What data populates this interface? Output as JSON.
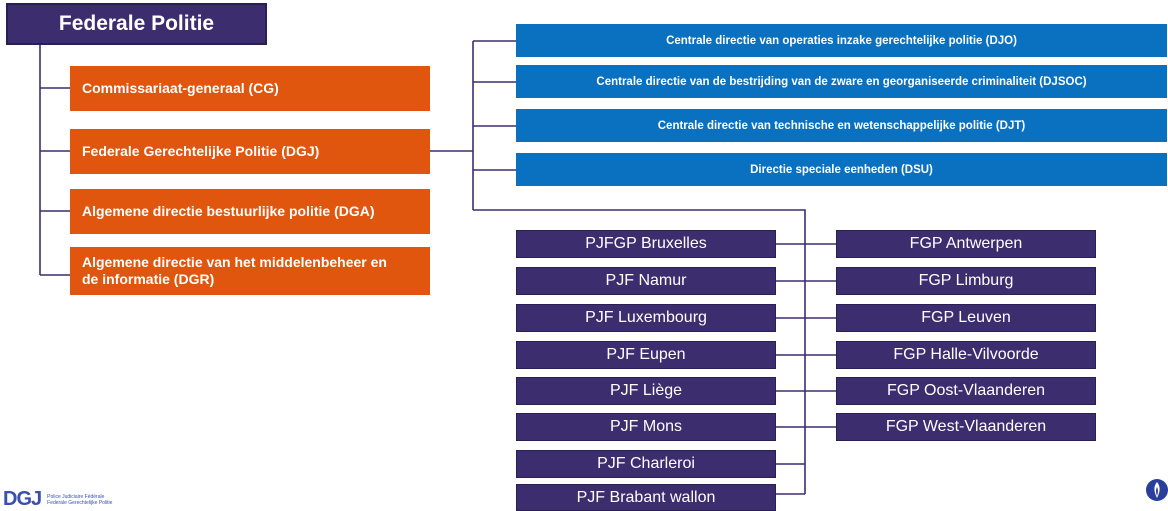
{
  "root": {
    "label": "Federale Politie"
  },
  "directions": [
    {
      "label": "Commissariaat-generaal  (CG)"
    },
    {
      "label": "Federale Gerechtelijke Politie (DGJ)"
    },
    {
      "label": "Algemene directie bestuurlijke politie (DGA)"
    },
    {
      "label": "Algemene directie van het middelenbeheer en de informatie (DGR)"
    }
  ],
  "central_directions": [
    {
      "label": "Centrale  directie  van operaties  inzake  gerechtelijke  politie  (DJO)"
    },
    {
      "label": "Centrale  directie  van de bestrijding  van de zware en georganiseerde  criminaliteit  (DJSOC)"
    },
    {
      "label": "Centrale  directie  van technische   en wetenschappelijke   politie (DJT)"
    },
    {
      "label": "Directie  speciale  eenheden  (DSU)"
    }
  ],
  "pjf_units": [
    {
      "label": "PJFGP  Bruxelles"
    },
    {
      "label": "PJF  Namur"
    },
    {
      "label": "PJF  Luxembourg"
    },
    {
      "label": "PJF  Eupen"
    },
    {
      "label": "PJF  Liège"
    },
    {
      "label": "PJF  Mons"
    },
    {
      "label": "PJF  Charleroi"
    },
    {
      "label": "PJF  Brabant  wallon"
    }
  ],
  "fgp_units": [
    {
      "label": "FGP  Antwerpen"
    },
    {
      "label": "FGP  Limburg"
    },
    {
      "label": "FGP  Leuven"
    },
    {
      "label": "FGP  Halle-Vilvoorde"
    },
    {
      "label": "FGP  Oost-Vlaanderen"
    },
    {
      "label": "FGP  West-Vlaanderen"
    }
  ],
  "logo": {
    "mark": "DGJ",
    "line1": "Police Judiciaire Fédérale",
    "line2": "Federale Gerechtelijke Politie"
  },
  "colors": {
    "navy": "#3c2d6e",
    "orange": "#e0560e",
    "blue": "#0a70c0",
    "line": "#3c2d6e"
  }
}
